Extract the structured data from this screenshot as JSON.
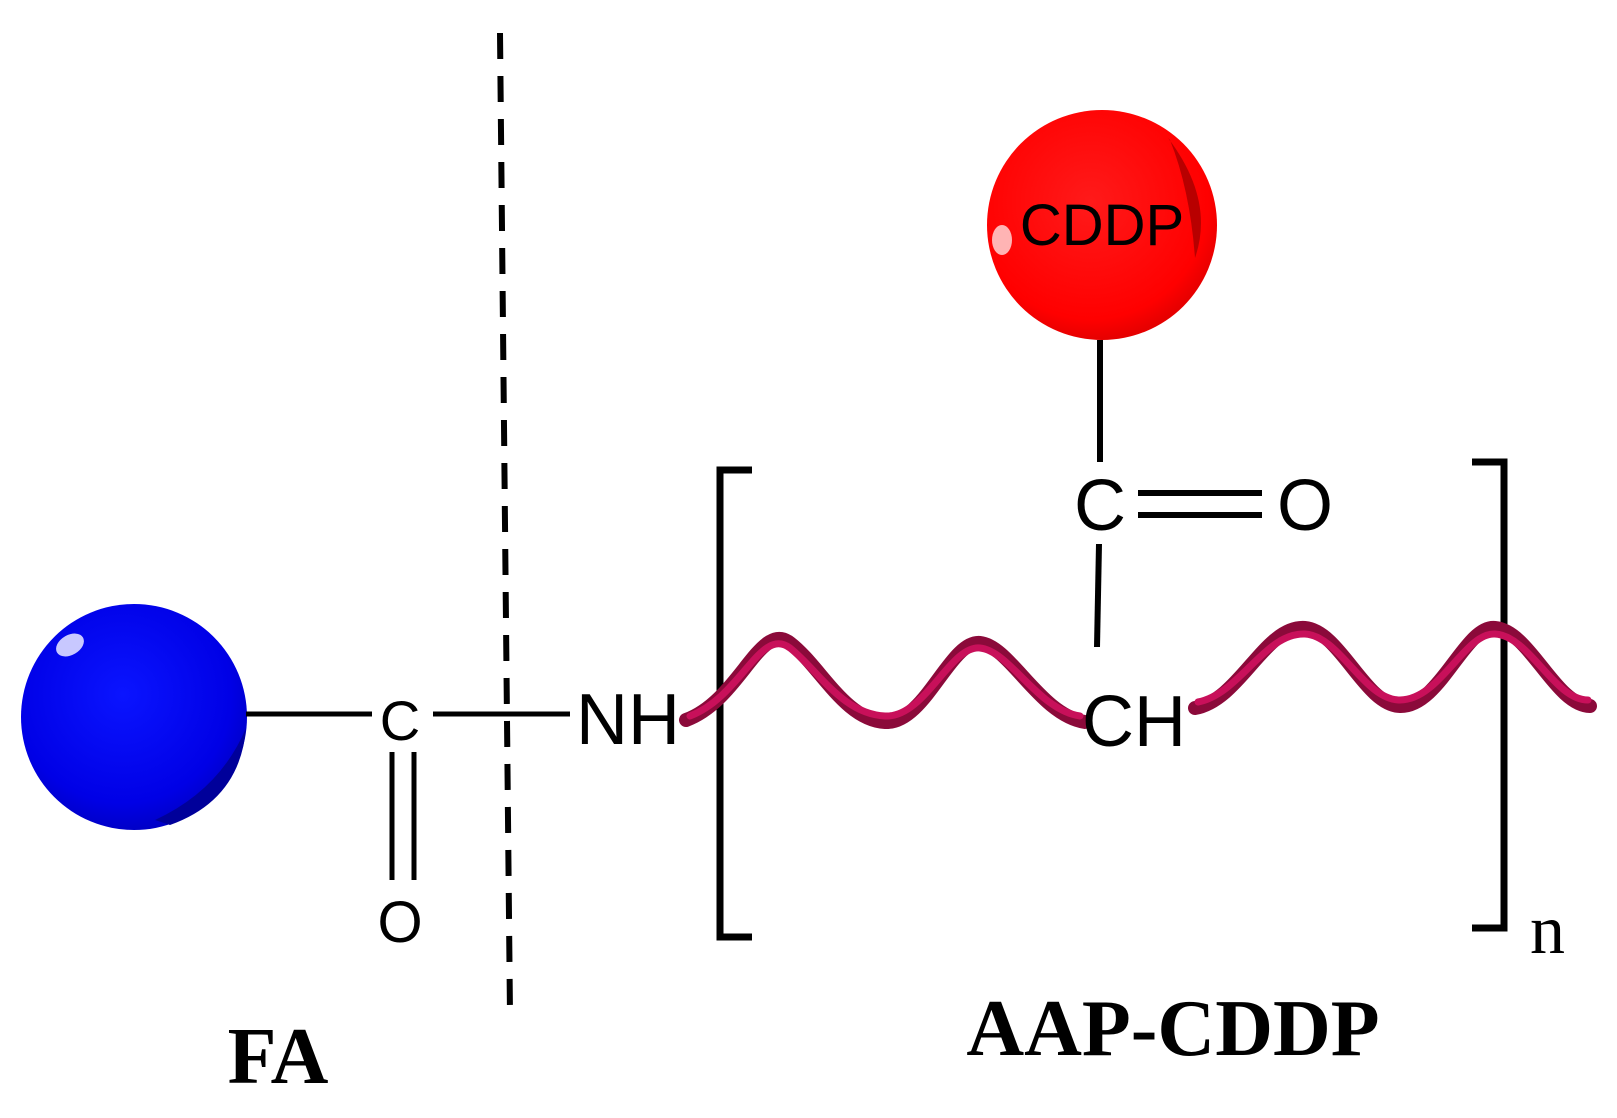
{
  "atoms": {
    "c_left": "C",
    "o_left": "O",
    "nh": "NH",
    "ch": "CH",
    "c_right": "C",
    "o_right": "O"
  },
  "sphere_label_red": "CDDP",
  "repeat_subscript": "n",
  "captions": {
    "left": "FA",
    "right": "AAP-CDDP"
  },
  "colors": {
    "blue_sphere": "#0000e6",
    "red_sphere": "#ff0000",
    "ribbon_dark": "#8b0a3a",
    "ribbon_light": "#c8105a"
  }
}
